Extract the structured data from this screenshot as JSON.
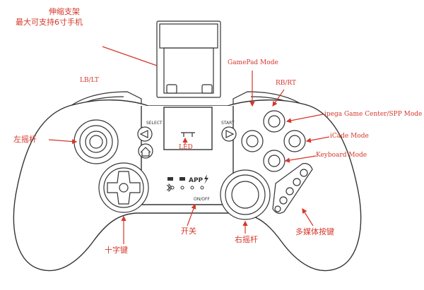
{
  "colors": {
    "outline": "#333333",
    "annotation": "#d4372a",
    "background": "#ffffff"
  },
  "annotations": {
    "holder_line1": "伸缩支架",
    "holder_line2": "最大可支持6寸手机",
    "lb_lt": "LB/LT",
    "gamepad_mode": "GamePad Mode",
    "rb_rt": "RB/RT",
    "ipega_mode": "ipega Game Center/SPP Mode",
    "icade_mode": "iCade Mode",
    "keyboard_mode": "Keyboard Mode",
    "left_stick": "左摇杆",
    "led": "LED",
    "dpad": "十字键",
    "power": "开关",
    "right_stick": "右摇杆",
    "media_keys": "多媒体按键"
  },
  "device_labels": {
    "select": "SELECT",
    "start": "START",
    "app": "APP",
    "on_off": "ON/OFF"
  },
  "icons": [
    "home-icon",
    "bluetooth-icon",
    "lightning-icon",
    "play-icon",
    "volume-icon",
    "triangle-left-icon",
    "triangle-right-icon"
  ]
}
